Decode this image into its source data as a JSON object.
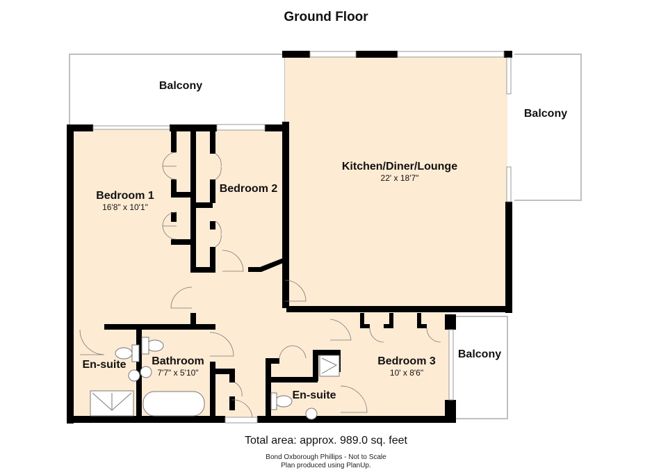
{
  "plan": {
    "title": "Ground Floor",
    "colors": {
      "floor": "#fdebd3",
      "wall": "#000000",
      "balcony": "#ffffff",
      "balcony_edge": "#bfbfbf"
    },
    "rooms": [
      {
        "id": "kitchen",
        "name": "Kitchen/Diner/Lounge",
        "dimensions": "22' x 18'7\""
      },
      {
        "id": "bedroom1",
        "name": "Bedroom 1",
        "dimensions": "16'8\" x 10'1\""
      },
      {
        "id": "bedroom2",
        "name": "Bedroom 2",
        "dimensions": ""
      },
      {
        "id": "bedroom3",
        "name": "Bedroom 3",
        "dimensions": "10' x 8'6\""
      },
      {
        "id": "bathroom",
        "name": "Bathroom",
        "dimensions": "7'7\" x 5'10\""
      },
      {
        "id": "ensuite1",
        "name": "En-suite",
        "dimensions": ""
      },
      {
        "id": "ensuite2",
        "name": "En-suite",
        "dimensions": ""
      }
    ],
    "balconies": [
      {
        "id": "balcony-top-left",
        "name": "Balcony"
      },
      {
        "id": "balcony-right",
        "name": "Balcony"
      },
      {
        "id": "balcony-bottom-right",
        "name": "Balcony"
      }
    ]
  },
  "footer": {
    "total_area": "Total area: approx. 989.0 sq. feet",
    "credit_line1": "Bond Oxborough Phillips - Not to Scale",
    "credit_line2": "Plan produced using PlanUp."
  }
}
